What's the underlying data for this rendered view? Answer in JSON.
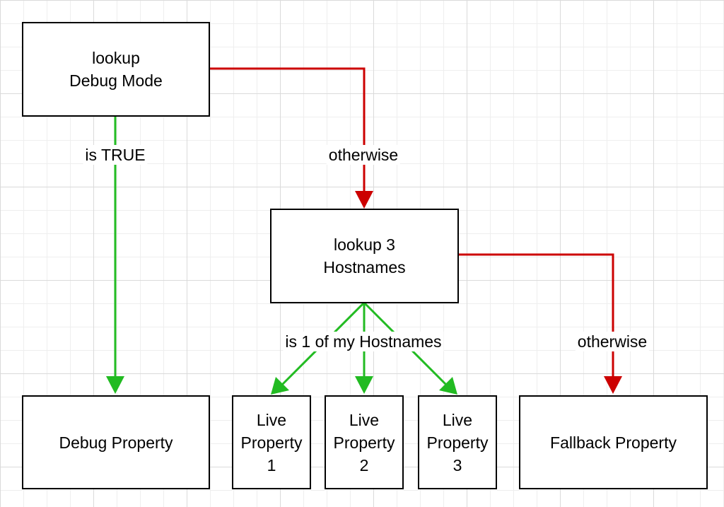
{
  "colors": {
    "true_edge": "#22bb22",
    "otherwise_edge": "#cc0000",
    "node_border": "#000000",
    "node_fill": "#ffffff",
    "grid_major": "#dadada",
    "grid_minor": "#eeeeee"
  },
  "nodes": {
    "lookup_debug": "lookup\nDebug Mode",
    "lookup_hostnames": "lookup 3\nHostnames",
    "debug_property": "Debug Property",
    "live_property_1": "Live\nProperty\n1",
    "live_property_2": "Live\nProperty\n2",
    "live_property_3": "Live\nProperty\n3",
    "fallback_property": "Fallback Property"
  },
  "edges": {
    "debug_true_label": "is TRUE",
    "debug_otherwise_label": "otherwise",
    "hostname_match_label": "is 1 of my Hostnames",
    "hostname_otherwise_label": "otherwise"
  }
}
